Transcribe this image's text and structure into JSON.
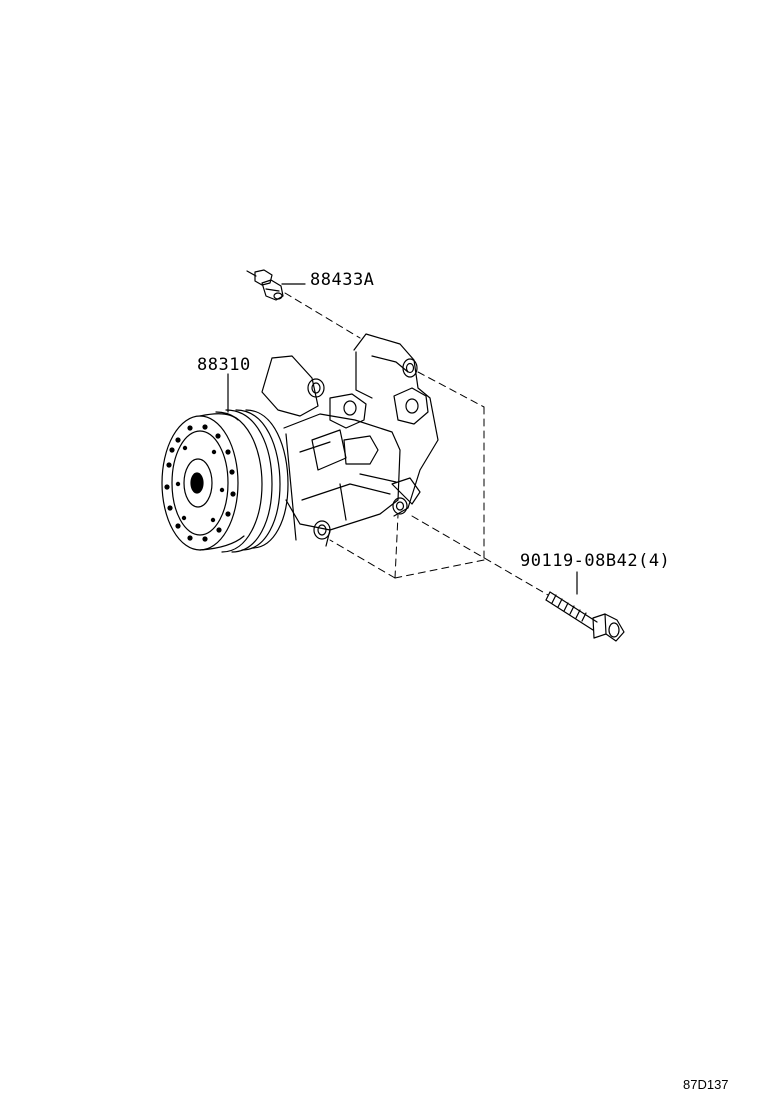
{
  "parts": [
    {
      "number": "88433A",
      "icon": "pressure-switch-icon"
    },
    {
      "number": "88310",
      "icon": "ac-compressor-icon"
    },
    {
      "number": "90119-08B42(4)",
      "icon": "bolt-icon"
    }
  ],
  "figure_id": "87D137"
}
